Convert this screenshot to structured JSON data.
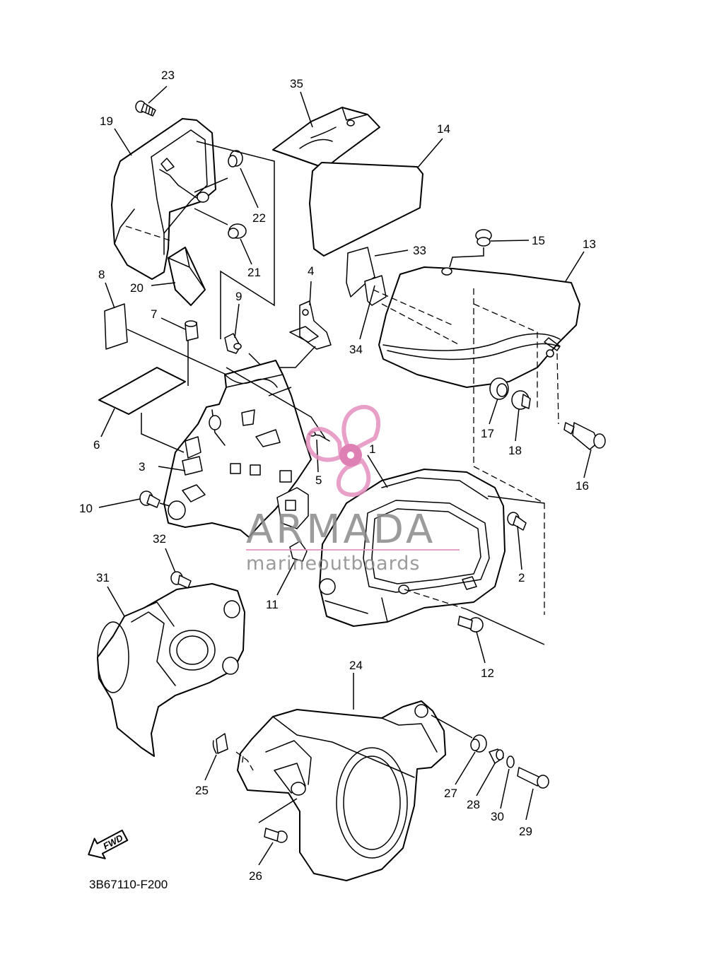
{
  "diagram": {
    "reference_code": "3B67110-F200",
    "fwd_label": "FWD",
    "part_labels": [
      "1",
      "2",
      "3",
      "4",
      "5",
      "6",
      "7",
      "8",
      "9",
      "10",
      "11",
      "12",
      "13",
      "14",
      "15",
      "16",
      "17",
      "18",
      "19",
      "20",
      "21",
      "22",
      "23",
      "24",
      "25",
      "26",
      "27",
      "28",
      "29",
      "30",
      "31",
      "32",
      "33",
      "34",
      "35"
    ]
  },
  "watermark": {
    "brand": "ARMADA",
    "tagline": "marineoutboards",
    "colors": {
      "logo_pink": "#e48fbf",
      "logo_pink_dark": "#d96aa8",
      "text_gray": "#8a8a8a"
    }
  },
  "colors": {
    "line": "#000000",
    "background": "#ffffff"
  }
}
